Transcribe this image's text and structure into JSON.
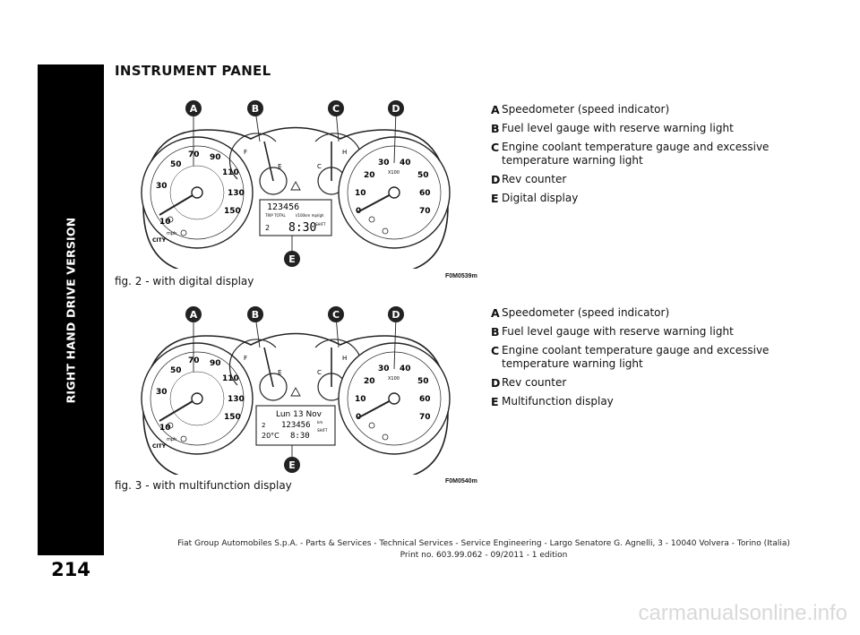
{
  "sidebar": {
    "text": "RIGHT HAND DRIVE VERSION"
  },
  "page_number": "214",
  "title": "INSTRUMENT PANEL",
  "figures": [
    {
      "caption": "fig. 2 - with digital display",
      "code": "F0M0539m",
      "callouts": [
        "A",
        "B",
        "C",
        "D",
        "E"
      ],
      "display": {
        "line1": "123456",
        "line2_left": "TRIP TOTAL",
        "line2_right": "l/100km mpl/gh",
        "line3": "8:30",
        "gear_hint": "SHIFT",
        "fuel_left": "2"
      },
      "speedo_labels": [
        "10",
        "30",
        "50",
        "70",
        "90",
        "110",
        "130",
        "150"
      ],
      "speedo_unit": "mph",
      "rev_labels": [
        "0",
        "10",
        "20",
        "30",
        "40",
        "50",
        "60",
        "70"
      ],
      "rev_unit": "X100",
      "city_label": "CITY",
      "fuel_marks": [
        "F",
        "E"
      ],
      "temp_marks": [
        "C",
        "H"
      ]
    },
    {
      "caption": "fig. 3 - with multifunction display",
      "code": "F0M0540m",
      "callouts": [
        "A",
        "B",
        "C",
        "D",
        "E"
      ],
      "display": {
        "line1": "Lun 13 Nov",
        "line2": "123456",
        "line2_unit": "km",
        "line3_left": "20°C",
        "line3": "8:30",
        "gear_hint": "SHIFT",
        "fuel_left": "2"
      },
      "speedo_labels": [
        "10",
        "30",
        "50",
        "70",
        "90",
        "110",
        "130",
        "150"
      ],
      "speedo_unit": "mph",
      "rev_labels": [
        "0",
        "10",
        "20",
        "30",
        "40",
        "50",
        "60",
        "70"
      ],
      "rev_unit": "X100",
      "city_label": "CITY",
      "fuel_marks": [
        "F",
        "E"
      ],
      "temp_marks": [
        "C",
        "H"
      ]
    }
  ],
  "legends": [
    [
      {
        "letter": "A",
        "text": "Speedometer (speed indicator)"
      },
      {
        "letter": "B",
        "text": "Fuel level gauge with reserve warning light"
      },
      {
        "letter": "C",
        "text": "Engine coolant temperature gauge and excessive temperature warning light"
      },
      {
        "letter": "D",
        "text": "Rev counter"
      },
      {
        "letter": "E",
        "text": "Digital display"
      }
    ],
    [
      {
        "letter": "A",
        "text": "Speedometer (speed indicator)"
      },
      {
        "letter": "B",
        "text": "Fuel level gauge with reserve warning light"
      },
      {
        "letter": "C",
        "text": "Engine coolant temperature gauge and excessive temperature warning light"
      },
      {
        "letter": "D",
        "text": "Rev counter"
      },
      {
        "letter": "E",
        "text": "Multifunction display"
      }
    ]
  ],
  "footer": {
    "line1": "Fiat Group Automobiles S.p.A. - Parts & Services - Technical Services - Service Engineering - Largo Senatore G. Agnelli, 3 - 10040 Volvera - Torino (Italia)",
    "line2": "Print no. 603.99.062 - 09/2011 - 1 edition"
  },
  "watermark": "carmanualsonline.info"
}
